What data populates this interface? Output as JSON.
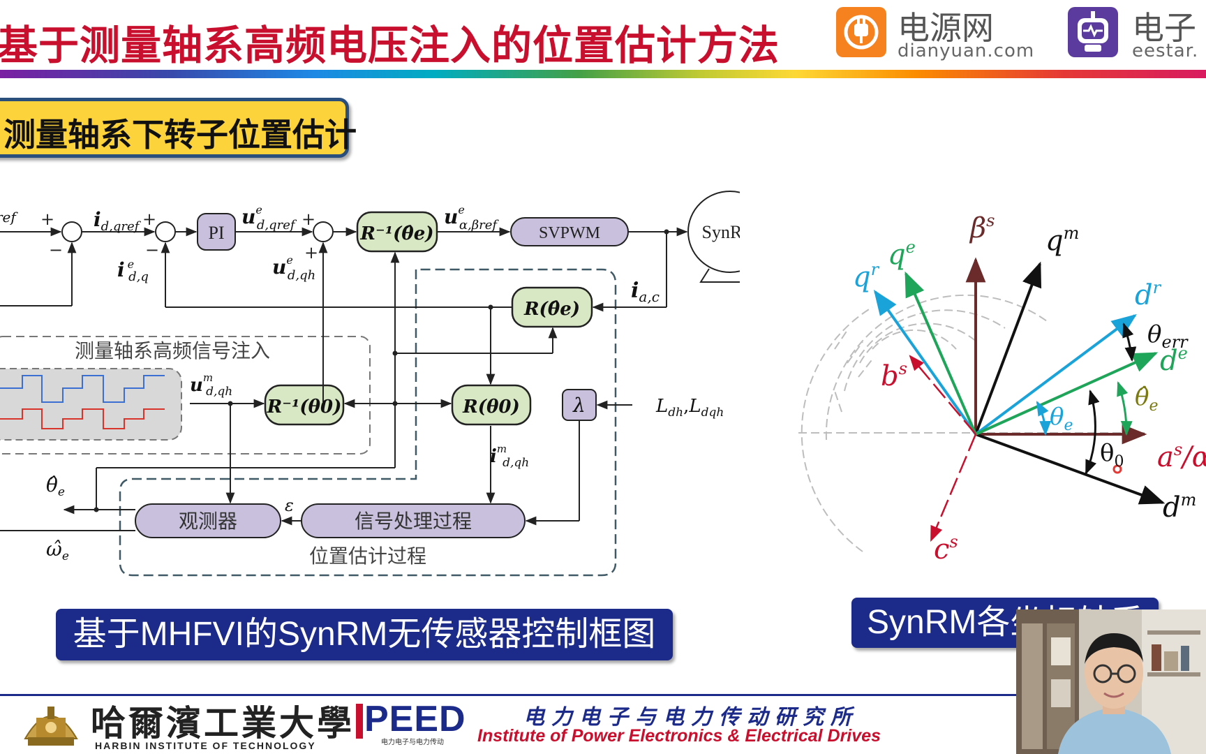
{
  "header": {
    "title": "基于测量轴系高频电压注入的位置估计方法",
    "logo1_cn": "电源网",
    "logo1_en": "dianyuan.com",
    "logo2_cn": "电子",
    "logo2_en": "eestar."
  },
  "section_title": "测量轴系下转子位置估计",
  "block_diagram": {
    "blocks": {
      "pi": "PI",
      "rinv_theta_e": "R⁻¹(θ̂e)",
      "svpwm": "SVPWM",
      "synrm": "SynRM",
      "r_theta_e": "R(θ̂e)",
      "rinv_theta0": "R⁻¹(θ0)",
      "r_theta0": "R(θ0)",
      "lambda": "λ",
      "observer": "观测器",
      "signal_processing": "信号处理过程"
    },
    "labels": {
      "hf_injection": "测量轴系高频信号注入",
      "position_estimation": "位置估计过程",
      "ref": "ref",
      "i_dqref": "i",
      "i_dqref_sub": "d,qref",
      "u_dqref": "u",
      "u_dqref_sup": "e",
      "u_dqref_sub": "d,qref",
      "u_abref": "u",
      "u_abref_sup": "e",
      "u_abref_sub": "α,βref",
      "i_dq": "i",
      "i_dq_sup": "e",
      "i_dq_sub": "d,q",
      "u_dqh": "u",
      "u_dqh_sup": "e",
      "u_dqh_sub": "d,qh",
      "i_ac": "i",
      "i_ac_sub": "a,c",
      "um_dqh": "u",
      "um_dqh_sup": "m",
      "um_dqh_sub": "d,qh",
      "im_dqh": "i",
      "im_dqh_sup": "m",
      "im_dqh_sub": "d,qh",
      "ldh": "L",
      "ldh_sub": "dh",
      "ldqh": "L",
      "ldqh_sub": "dqh",
      "comma": ",",
      "epsilon": "ε",
      "theta_hat_e": "θ̂",
      "theta_hat_e_sub": "e",
      "omega_hat_e": "ω̂",
      "omega_hat_e_sub": "e",
      "plus": "+",
      "minus": "−"
    }
  },
  "vector_diagram": {
    "axes": {
      "beta_s": "β",
      "beta_s_sup": "s",
      "q_m": "q",
      "q_m_sup": "m",
      "q_r": "q",
      "q_r_sup": "r",
      "q_e": "q",
      "q_e_sup": "e",
      "d_r": "d",
      "d_r_sup": "r",
      "d_e": "d",
      "d_e_sup": "e",
      "d_m": "d",
      "d_m_sup": "m",
      "a_s": "a",
      "a_s_sup": "s",
      "alpha_s": "/α",
      "b_s": "b",
      "b_s_sup": "s",
      "c_s": "c",
      "c_s_sup": "s",
      "theta_err": "θ",
      "theta_err_sub": "err",
      "theta_e": "θ",
      "theta_e_sub": "e",
      "theta_hat_e": "θ̂",
      "theta_hat_e_sub": "e",
      "theta_0": "θ",
      "theta_0_sub": "0"
    }
  },
  "captions": {
    "left": "基于MHFVI的SynRM无传感器控制框图",
    "right": "SynRM各坐标轴系"
  },
  "footer": {
    "hit_cn": "哈爾濱工業大學",
    "hit_en": "HARBIN INSTITUTE OF TECHNOLOGY",
    "peed": "PEED",
    "peed_sub": "电力电子与电力传动",
    "inst_cn": "电力电子与电力传动研究所",
    "inst_en": "Institute of Power Electronics & Electrical Drives"
  },
  "colors": {
    "title_red": "#c8102e",
    "section_yellow": "#fdd33b",
    "caption_blue": "#1c2a8a",
    "block_green": "#d9e8c4",
    "block_purple": "#c8c0dc",
    "axis_cyan": "#1aa3d9",
    "axis_green": "#1fa55a",
    "axis_red": "#c8102e",
    "axis_brown": "#6b2b2b"
  }
}
